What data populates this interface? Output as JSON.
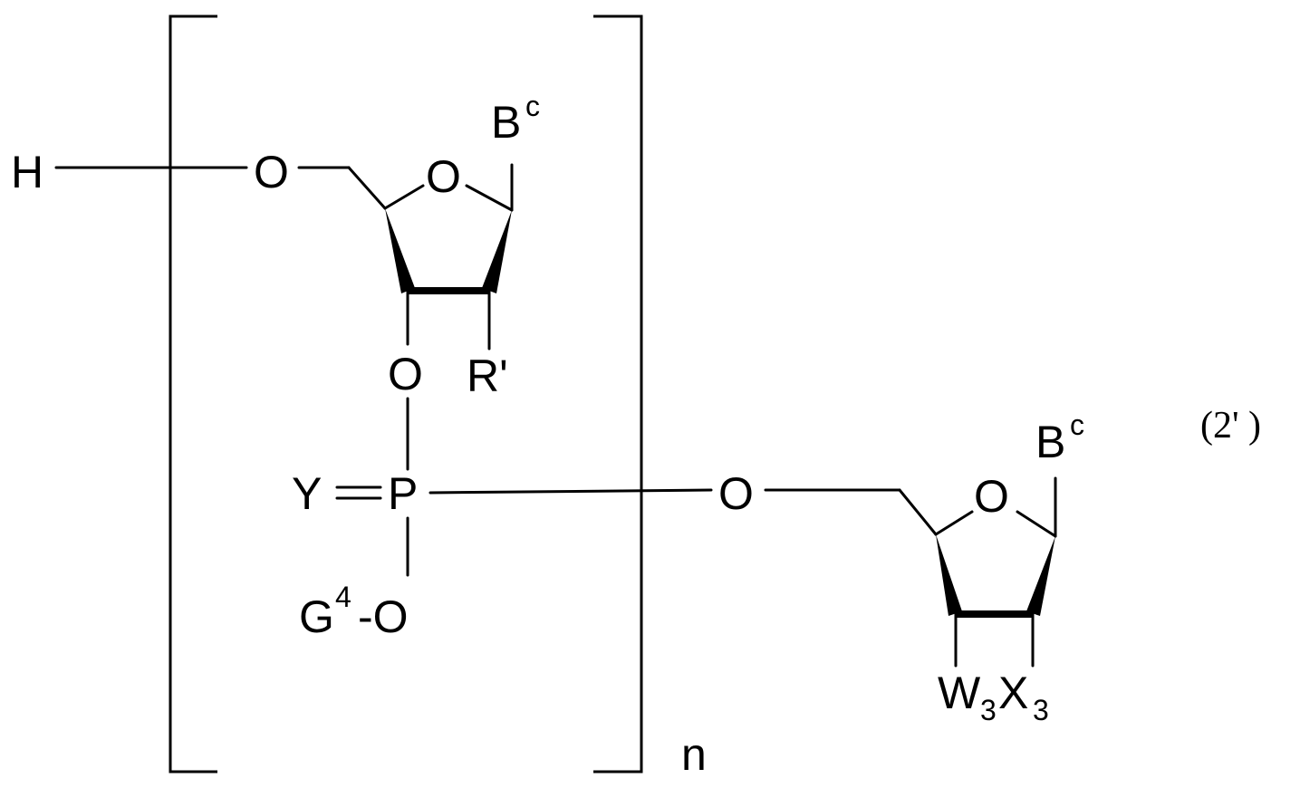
{
  "diagram": {
    "equation_label": "(2' )",
    "repeat_subscript": "n",
    "atoms": {
      "h": "H",
      "o_5prime": "O",
      "o_ring_1": "O",
      "base_1": "B",
      "base_1_sup": "c",
      "o_3prime": "O",
      "r_prime": "R'",
      "y": "Y",
      "p": "P",
      "g": "G",
      "g_sup": "4",
      "g_o": "-O",
      "o_link": "O",
      "o_ring_2": "O",
      "base_2": "B",
      "base_2_sup": "c",
      "w": "W",
      "w_sub": "3",
      "x": "X",
      "x_sub": "3"
    }
  }
}
